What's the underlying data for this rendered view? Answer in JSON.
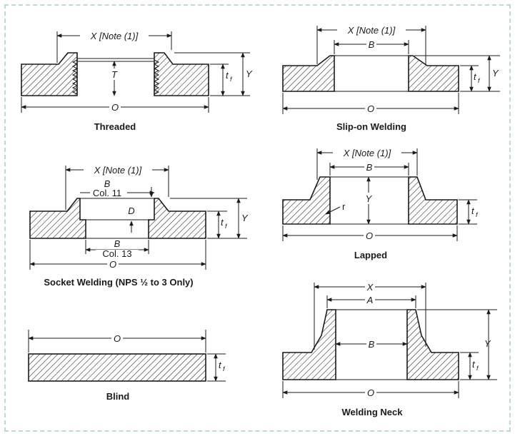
{
  "frame_color": "#b9ddd6",
  "ink_color": "#1a1a1a",
  "panels": {
    "threaded": {
      "caption": "Threaded",
      "dim_x": "X [Note (1)]",
      "dim_t": "T",
      "dim_tf_main": "t",
      "dim_tf_sub": "f",
      "dim_y": "Y",
      "dim_o": "O"
    },
    "slip_on": {
      "caption": "Slip-on Welding",
      "dim_x": "X [Note (1)]",
      "dim_b": "B",
      "dim_tf_main": "t",
      "dim_tf_sub": "f",
      "dim_y": "Y",
      "dim_o": "O"
    },
    "socket": {
      "caption": "Socket Welding (NPS ½ to 3 Only)",
      "dim_x": "X [Note (1)]",
      "dim_b_top": "B",
      "col_top": "Col. 11",
      "dim_d": "D",
      "dim_b_bottom": "B",
      "col_bottom": "Col. 13",
      "dim_tf_main": "t",
      "dim_tf_sub": "f",
      "dim_y": "Y",
      "dim_o": "O"
    },
    "lapped": {
      "caption": "Lapped",
      "dim_x": "X [Note (1)]",
      "dim_b": "B",
      "dim_y": "Y",
      "dim_r": "r",
      "dim_tf_main": "t",
      "dim_tf_sub": "f",
      "dim_o": "O"
    },
    "blind": {
      "caption": "Blind",
      "dim_o": "O",
      "dim_tf_main": "t",
      "dim_tf_sub": "f"
    },
    "welding_neck": {
      "caption": "Welding Neck",
      "dim_x": "X",
      "dim_a": "A",
      "dim_b": "B",
      "dim_y": "Y",
      "dim_tf_main": "t",
      "dim_tf_sub": "f",
      "dim_o": "O"
    }
  }
}
